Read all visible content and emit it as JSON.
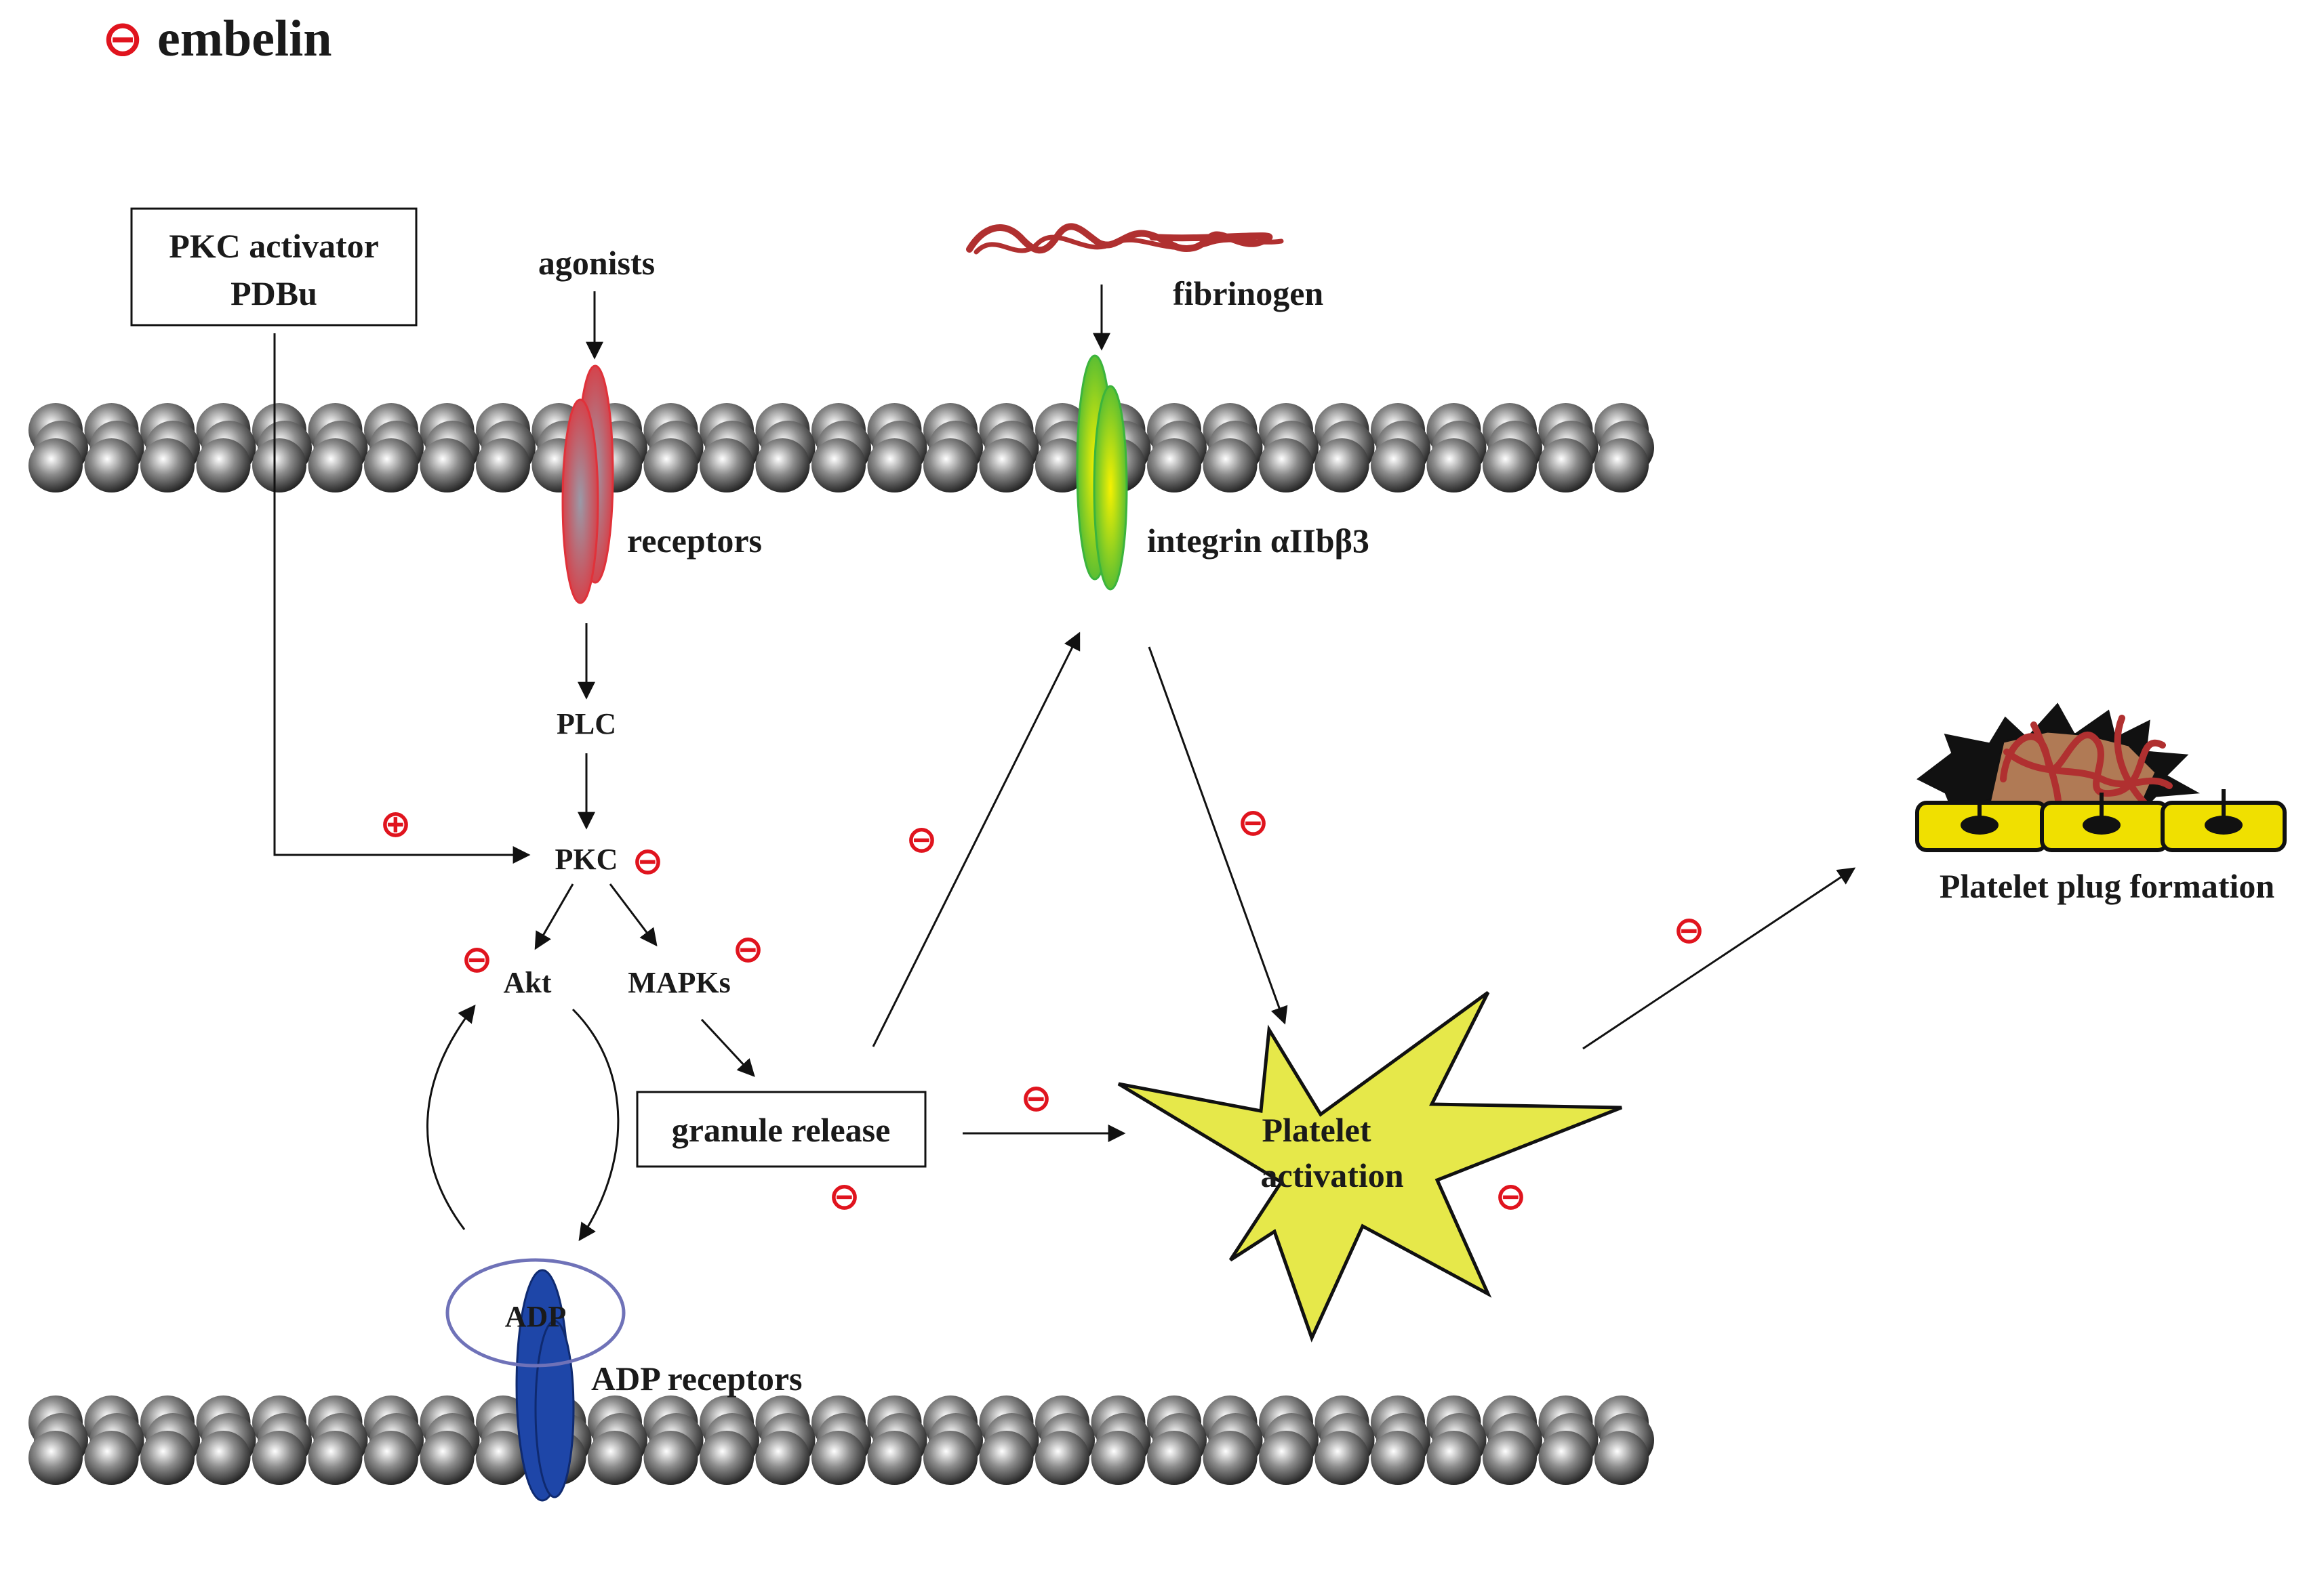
{
  "legend": {
    "symbol": "⊖",
    "label": "embelin"
  },
  "labels": {
    "pkc_activator_line1": "PKC activator",
    "pkc_activator_line2": "PDBu",
    "agonists": "agonists",
    "fibrinogen": "fibrinogen",
    "receptors": "receptors",
    "integrin": "integrin αIIbβ3",
    "plc": "PLC",
    "pkc": "PKC",
    "akt": "Akt",
    "mapks": "MAPKs",
    "granule_release": "granule release",
    "platelet_activation_line1": "Platelet",
    "platelet_activation_line2": "activation",
    "adp": "ADP",
    "adp_receptors": "ADP receptors",
    "platelet_plug": "Platelet plug formation"
  },
  "symbols": {
    "inhibit": "⊖",
    "stimulate": "⊕"
  },
  "colors": {
    "inhibit": "#e0141e",
    "receptor": "#e0323a",
    "integrin_outer": "#3cb43c",
    "integrin_inner": "#f2f000",
    "adp_receptor": "#1e46a8",
    "adp_ring": "#6f72b8",
    "star": "#e6e84a",
    "fibrinogen": "#b03030",
    "plug_base": "#f0e000",
    "plug_cell": "#b07a55"
  }
}
